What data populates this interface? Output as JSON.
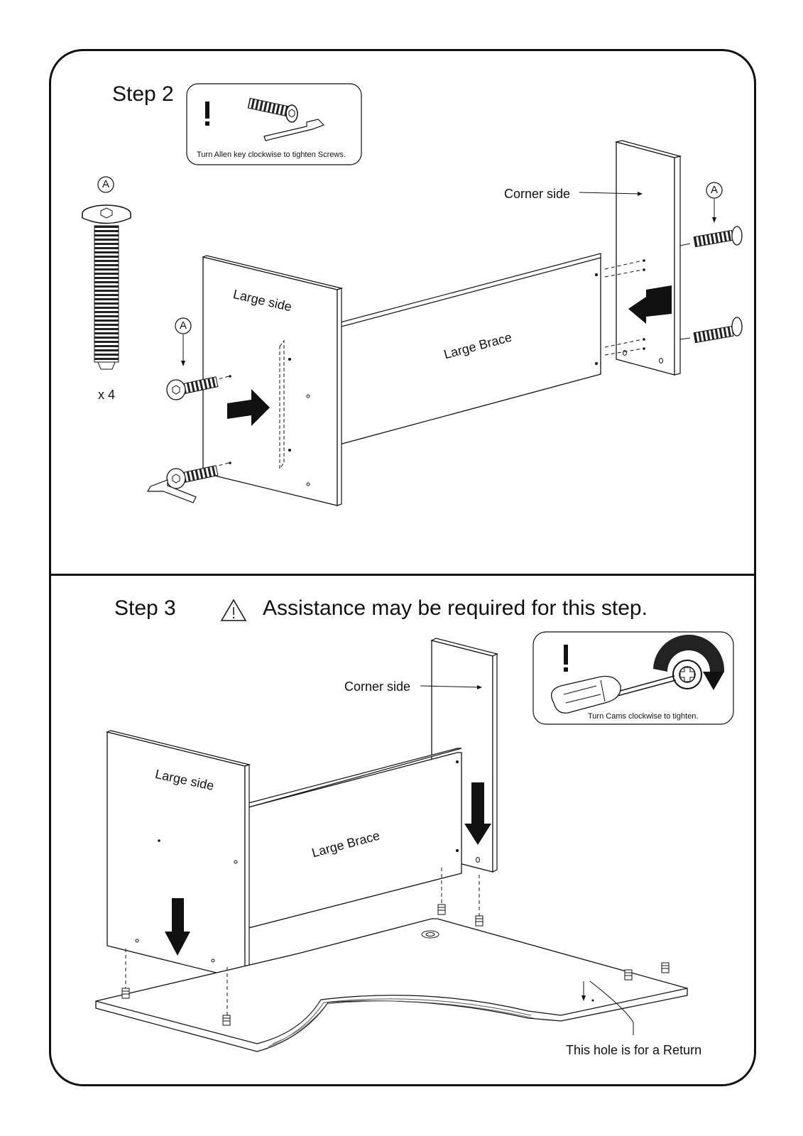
{
  "step2": {
    "title": "Step 2",
    "note": "Turn Allen key clockwise to tighten Screws.",
    "part_letter": "A",
    "quantity": "x 4",
    "labels": {
      "corner_side": "Corner side",
      "large_side": "Large side",
      "large_brace": "Large Brace"
    }
  },
  "step3": {
    "title": "Step 3",
    "warning": "Assistance may be required for this step.",
    "note": "Turn Cams clockwise to tighten.",
    "labels": {
      "corner_side": "Corner side",
      "large_side": "Large side",
      "large_brace": "Large Brace"
    },
    "hole_note": "This hole is for a Return"
  }
}
